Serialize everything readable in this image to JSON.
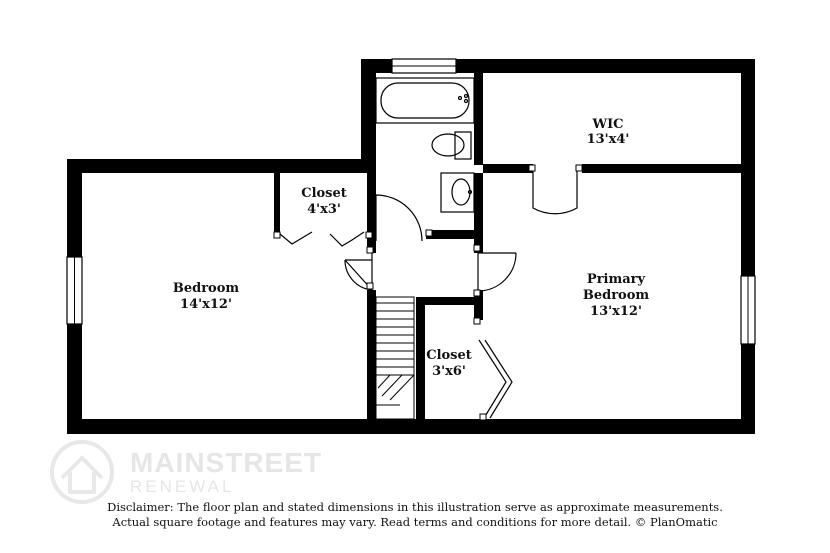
{
  "rooms": {
    "wic": {
      "name": "WIC",
      "size": "13'x4'"
    },
    "closet_upper": {
      "name": "Closet",
      "size": "4'x3'"
    },
    "bedroom": {
      "name": "Bedroom",
      "size": "14'x12'"
    },
    "primary_bedroom": {
      "name_line1": "Primary",
      "name_line2": "Bedroom",
      "size": "13'x12'"
    },
    "closet_lower": {
      "name": "Closet",
      "size": "3'x6'"
    }
  },
  "watermark": {
    "brand_top": "MAINSTREET",
    "brand_bottom": "RENEWAL"
  },
  "disclaimer": {
    "line1": "Disclaimer: The floor plan and stated dimensions in this illustration serve as approximate measurements.",
    "line2": "Actual square footage and features may vary. Read terms and conditions for more detail. © PlanOmatic"
  },
  "colors": {
    "wall": "#000000",
    "background": "#ffffff",
    "watermark": "#e6e6e6"
  }
}
